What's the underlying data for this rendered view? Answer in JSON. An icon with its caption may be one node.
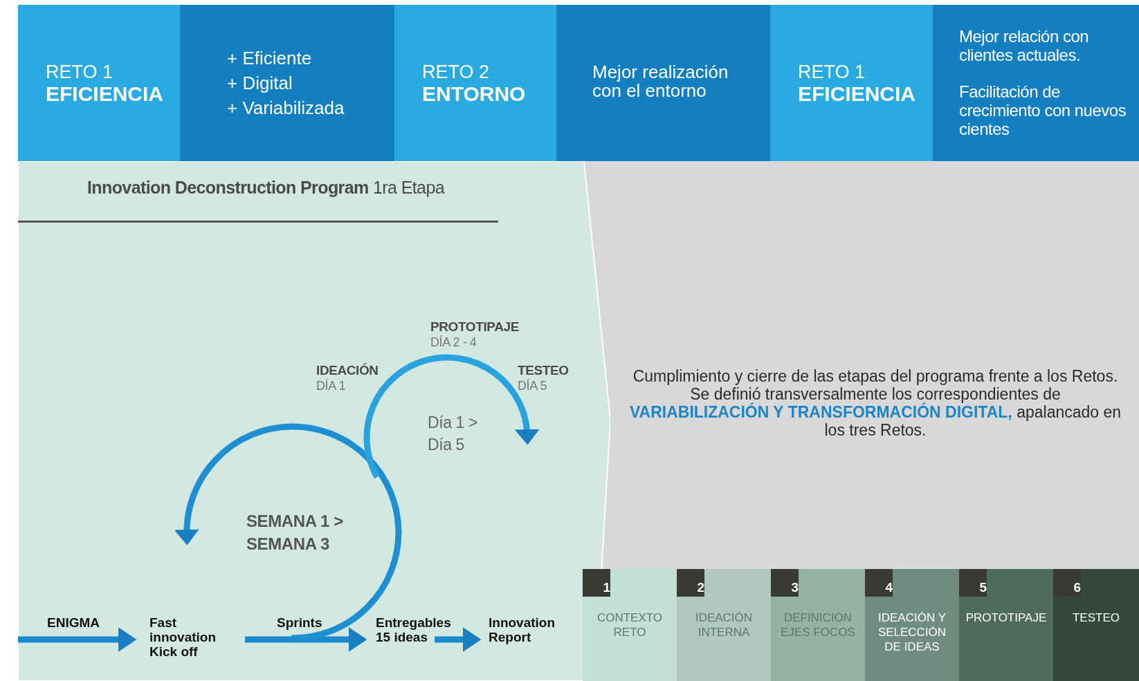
{
  "diagram": {
    "nodes": [
      {
        "text": [
          "RETO 1",
          "EFICIENCIA"
        ]
      },
      {
        "text": [
          "+ Eficiente",
          "+ Digital",
          "+ Variabilizada"
        ]
      },
      {
        "text": [
          "RETO 2",
          "ENTORNO"
        ]
      },
      {
        "text": [
          "Mejor realización con el entorno"
        ]
      },
      {
        "text": [
          "RETO 1",
          "EFICIENCIA"
        ]
      },
      {
        "text": [
          "Mejor relación con clientes actuales.",
          "Facilitación de crecimiento con nuevos cientes"
        ]
      },
      {
        "text": [
          "**Innovation Deconstruction Program** 1ra Etapa"
        ]
      },
      {
        "text": [
          "Cumplimiento y cierre de las etapas del programa frente a los Retos. Se definió transversalmente los correspondientes de **VARIABILIZACIÓN Y TRANSFORMACIÓN DIGITAL,** apalancado en los tres Retos."
        ]
      },
      {
        "text": [
          "Fast innovation Kick off"
        ],
        "in": 6
      },
      {
        "text": [
          "Entregables 15 ideas"
        ],
        "in": 6
      },
      {
        "text": [
          "Innovation Report"
        ],
        "in": 6
      },
      {
        "text": [
          "1",
          "CONTEXTO RETO"
        ]
      },
      {
        "text": [
          "2",
          "IDEACIÓN INTERNA"
        ]
      },
      {
        "text": [
          "3",
          "DEFINICIÓN EJES FOCOS"
        ]
      },
      {
        "text": [
          "4",
          "IDEACIÓN Y SELECCIÓN DE IDEAS"
        ]
      },
      {
        "text": [
          "5",
          "PROTOTIPAJE"
        ]
      },
      {
        "text": [
          "6",
          "TESTEO"
        ]
      }
    ],
    "edges": [
      {
        "from": null,
        "to": 8,
        "arrow": "to",
        "label": "ENIGMA"
      },
      {
        "from": 8,
        "to": 9,
        "arrow": "to",
        "label": "Sprints"
      },
      {
        "from": 9,
        "to": 10,
        "arrow": "to"
      }
    ],
    "labels": [
      "PROTOTIPAJE",
      "DÍA 2 - 4",
      "IDEACIÓN",
      "DÍA 1",
      "TESTEO",
      "DÍA 5",
      "Día 1 >",
      "Día 5",
      "SEMANA 1 >",
      "SEMANA 3"
    ]
  }
}
